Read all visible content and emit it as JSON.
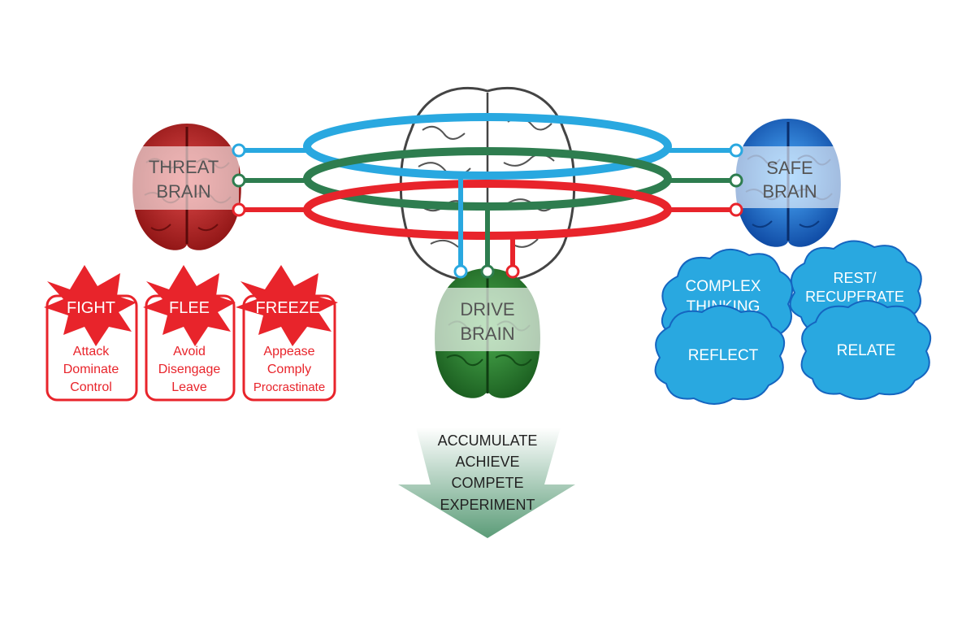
{
  "threat_brain": {
    "line1": "THREAT",
    "line2": "BRAIN",
    "color": "#d32f2f"
  },
  "safe_brain": {
    "line1": "SAFE",
    "line2": "BRAIN",
    "color": "#1e88e5"
  },
  "drive_brain": {
    "line1": "DRIVE",
    "line2": "BRAIN",
    "color": "#2e7d32"
  },
  "ring_colors": {
    "top": "#29a8e0",
    "middle": "#2e7d4f",
    "bottom": "#e8242b"
  },
  "threat_responses": [
    {
      "title": "FIGHT",
      "items": [
        "Attack",
        "Dominate",
        "Control"
      ]
    },
    {
      "title": "FLEE",
      "items": [
        "Avoid",
        "Disengage",
        "Leave"
      ]
    },
    {
      "title": "FREEZE",
      "items": [
        "Appease",
        "Comply",
        "Procrastinate"
      ]
    }
  ],
  "safe_clouds": {
    "complex_1": "COMPLEX",
    "complex_2": "THINKING",
    "rest_1": "REST/",
    "rest_2": "RECUPERATE",
    "reflect": "REFLECT",
    "relate": "RELATE"
  },
  "drive_actions": [
    "ACCUMULATE",
    "ACHIEVE",
    "COMPETE",
    "EXPERIMENT"
  ]
}
